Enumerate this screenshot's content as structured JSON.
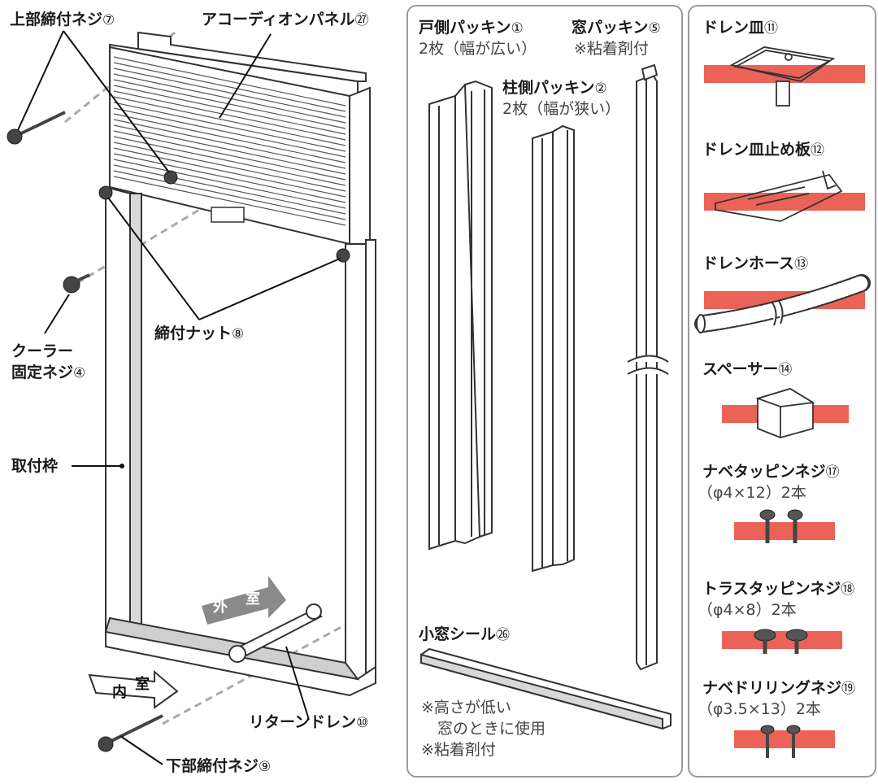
{
  "left": {
    "top_screw": {
      "name": "上部締付ネジ",
      "num": "⑦"
    },
    "accordion": {
      "name": "アコーディオンパネル",
      "num": "㉗"
    },
    "nut": {
      "name": "締付ナット",
      "num": "⑧"
    },
    "cooler_screw": {
      "line1": "クーラー",
      "line2": "固定ネジ",
      "num": "④"
    },
    "frame": {
      "name": "取付枠"
    },
    "return_drain": {
      "name": "リターンドレン",
      "num": "⑩"
    },
    "bottom_screw": {
      "name": "下部締付ネジ",
      "num": "⑨"
    },
    "outdoor_arrow": {
      "c1": "外",
      "c2": "室"
    },
    "indoor_arrow": {
      "c1": "内",
      "c2": "室"
    }
  },
  "middle": {
    "door_packing": {
      "name": "戸側パッキン",
      "num": "①",
      "qty": "2枚（幅が広い）"
    },
    "pillar_packing": {
      "name": "柱側パッキン",
      "num": "②",
      "qty": "2枚（幅が狭い）"
    },
    "window_packing": {
      "name": "窓パッキン",
      "num": "⑤",
      "note": "※粘着剤付"
    },
    "small_seal": {
      "name": "小窓シール",
      "num": "㉖",
      "note1": "※高さが低い",
      "note2": "窓のときに使用",
      "note3": "※粘着剤付"
    }
  },
  "right": {
    "drain_pan": {
      "name": "ドレン皿",
      "num": "⑪"
    },
    "drain_plate": {
      "name": "ドレン皿止め板",
      "num": "⑫"
    },
    "drain_hose": {
      "name": "ドレンホース",
      "num": "⑬"
    },
    "spacer": {
      "name": "スペーサー",
      "num": "⑭"
    },
    "pan_screw": {
      "name": "ナベタッピンネジ",
      "num": "⑰",
      "spec": "（φ4×12）2本"
    },
    "truss_screw": {
      "name": "トラスタッピンネジ",
      "num": "⑱",
      "spec": "（φ4×8）2本"
    },
    "drill_screw": {
      "name": "ナベドリリングネジ",
      "num": "⑲",
      "spec": "（φ3.5×13）2本"
    }
  },
  "colors": {
    "highlight": "#e8473a",
    "panel_border": "#9a9a9a",
    "line": "#333333"
  }
}
